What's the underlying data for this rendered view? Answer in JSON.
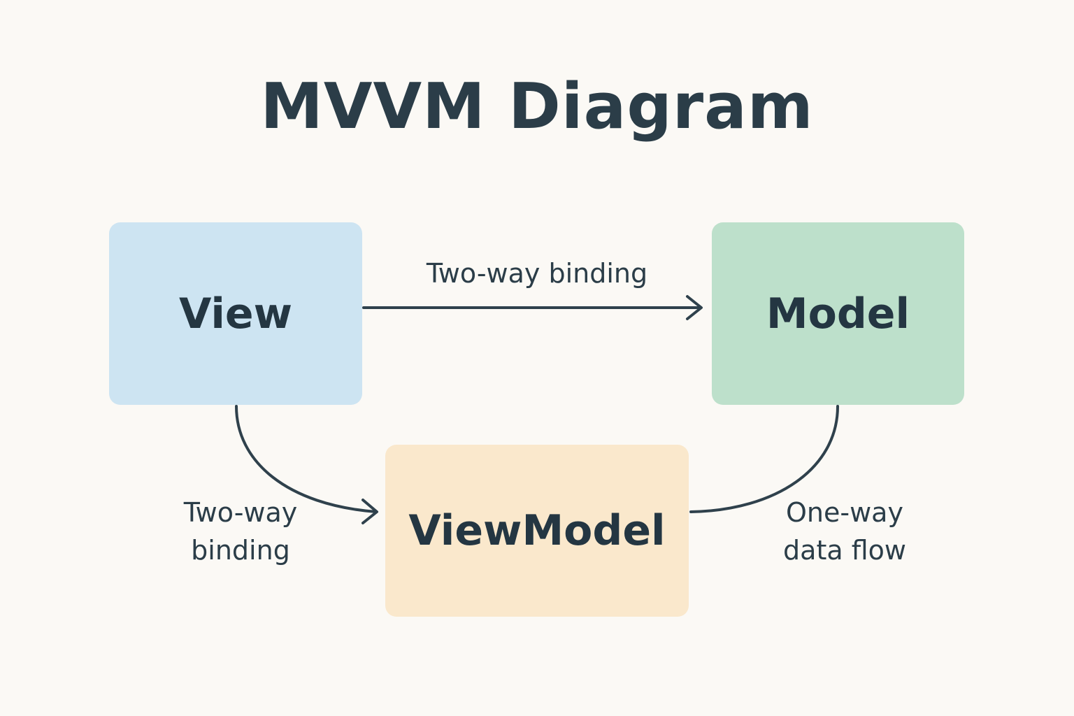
{
  "title": "MVVM Diagram",
  "nodes": {
    "view": {
      "label": "View",
      "color": "#cde4f2"
    },
    "model": {
      "label": "Model",
      "color": "#bde0cb"
    },
    "viewmodel": {
      "label": "ViewModel",
      "color": "#fae8cc"
    }
  },
  "edges": {
    "view_to_model": {
      "line1": "Two-way binding",
      "line2": ""
    },
    "view_to_viewmodel": {
      "line1": "Two-way",
      "line2": "binding"
    },
    "model_to_viewmodel": {
      "line1": "One-way",
      "line2": "data flow"
    }
  },
  "colors": {
    "background": "#fbf9f5",
    "text": "#2b3d48",
    "connector": "#2f414c"
  }
}
